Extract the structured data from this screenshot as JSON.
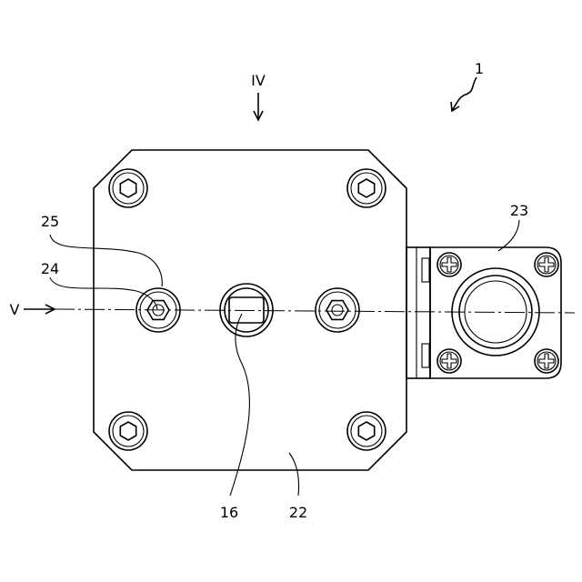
{
  "labels": {
    "view_iv": "IV",
    "view_v": "V",
    "assembly": "1",
    "ref_25": "25",
    "ref_24": "24",
    "ref_23": "23",
    "ref_16": "16",
    "ref_22": "22"
  }
}
